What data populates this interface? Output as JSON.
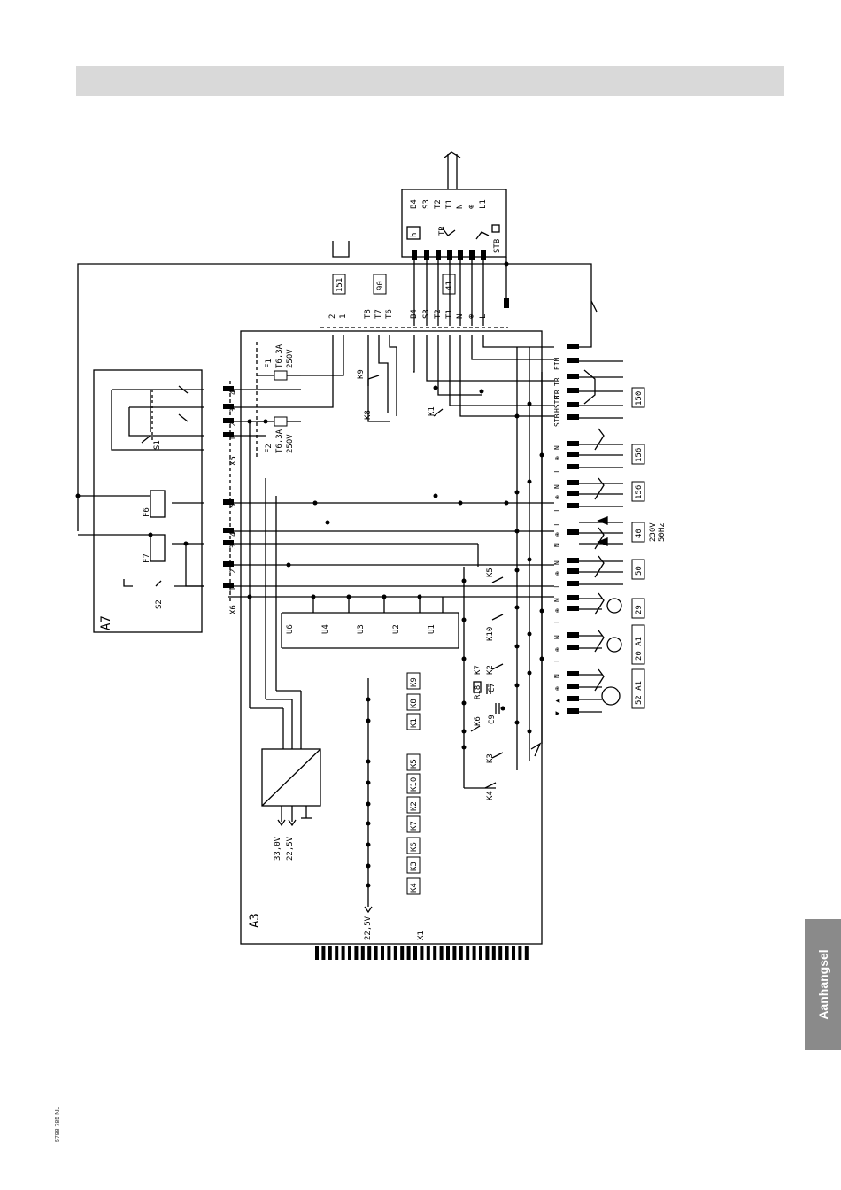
{
  "header": {
    "title": ""
  },
  "side_tab": {
    "label": "Aanhangsel"
  },
  "doc_code": "5798 785 NL",
  "boards": {
    "a3": "A3",
    "a7": "A7",
    "x1": "X1",
    "x5": "X5",
    "x6": "X6"
  },
  "top_terminal": {
    "labels": [
      "B4",
      "S3",
      "T2",
      "T1",
      "N",
      "⊕",
      "L1"
    ],
    "h_label": "h",
    "tr_label": "TR",
    "stb_label": "STB"
  },
  "plug_boxes": {
    "p151": "151",
    "p90": "90",
    "p41": "41"
  },
  "terminal_row": [
    "2",
    "1",
    "T8",
    "T7",
    "T6",
    "B4",
    "S3",
    "T2",
    "T1",
    "N",
    "⊕",
    "L"
  ],
  "fuses": {
    "f1": [
      "F1",
      "T6,3A",
      "250V"
    ],
    "f2": [
      "F2",
      "T6,3A",
      "250V"
    ]
  },
  "x5_pins": [
    "4",
    "3",
    "2",
    "1"
  ],
  "x6_pins": [
    "5",
    "4",
    "3",
    "2",
    "1"
  ],
  "switches": {
    "s1": "S1",
    "s2": "S2",
    "f6": "F6",
    "f7": "F7"
  },
  "relays": {
    "k9": "K9",
    "k8": "K8",
    "k1": "K1",
    "k5": "K5",
    "k10": "K10",
    "k7": "K7",
    "k2": "K2",
    "k6": "K6",
    "k3": "K3",
    "k4": "K4"
  },
  "components": {
    "r18": "R18",
    "c7": "C7",
    "c9": "C9"
  },
  "optocouplers": [
    "U6",
    "U4",
    "U3",
    "U2",
    "U1"
  ],
  "relay_coils": [
    [
      "K9",
      "K8",
      "K1"
    ],
    [
      "K5",
      "K10",
      "K2",
      "K7",
      "K6",
      "K3",
      "K4"
    ]
  ],
  "power_supply": {
    "v1": "33,0V",
    "v2": "22,5V",
    "v3": "22,5V"
  },
  "right_terminals": [
    [
      "E",
      "EIN"
    ],
    [
      "T1",
      "TR"
    ],
    [
      "T2",
      "TR"
    ],
    [
      "S3",
      "HSTB"
    ],
    [
      "⊕",
      "STB"
    ]
  ],
  "right_groups": [
    {
      "plug": "150",
      "pins": [
        "EIN",
        "TR",
        "TR",
        "HSTB",
        "STB"
      ]
    },
    {
      "plug": "156",
      "pins": [
        "N",
        "⊕",
        "L"
      ]
    },
    {
      "plug": "156",
      "pins": [
        "N",
        "⊕",
        "L"
      ]
    },
    {
      "plug": "40",
      "pins": [
        "L",
        "⊕",
        "N"
      ],
      "note": [
        "230V",
        "50Hz"
      ]
    },
    {
      "plug": "50",
      "pins": [
        "N",
        "⊕",
        "L"
      ]
    },
    {
      "plug": "29",
      "pins": [
        "N",
        "⊕",
        "L"
      ]
    },
    {
      "plug": "20 A1",
      "pins": [
        "N",
        "⊕",
        "L"
      ]
    },
    {
      "plug": "52 A1",
      "pins": [
        "N",
        "⊕",
        "▲",
        "▼"
      ]
    }
  ]
}
